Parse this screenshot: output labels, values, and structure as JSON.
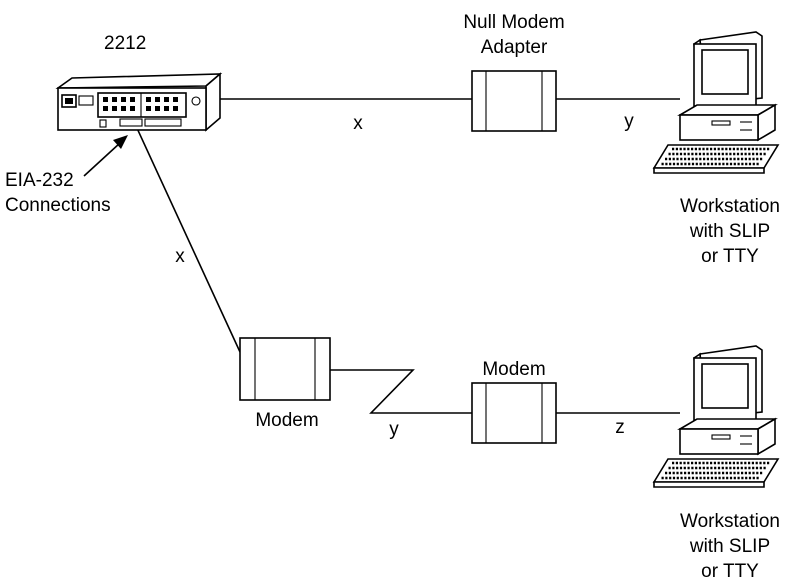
{
  "router": {
    "label": "2212"
  },
  "eia_label": {
    "line1": "EIA-232",
    "line2": "Connections"
  },
  "null_modem": {
    "line1": "Null Modem",
    "line2": "Adapter"
  },
  "modem_left": {
    "label": "Modem"
  },
  "modem_right": {
    "label": "Modem"
  },
  "link_labels": {
    "top_x": "x",
    "top_y": "y",
    "diag_x": "x",
    "bottom_y": "y",
    "bottom_z": "z"
  },
  "workstation_top": {
    "line1": "Workstation",
    "line2": "with SLIP",
    "line3": "or TTY"
  },
  "workstation_bottom": {
    "line1": "Workstation",
    "line2": "with SLIP",
    "line3": "or TTY"
  }
}
